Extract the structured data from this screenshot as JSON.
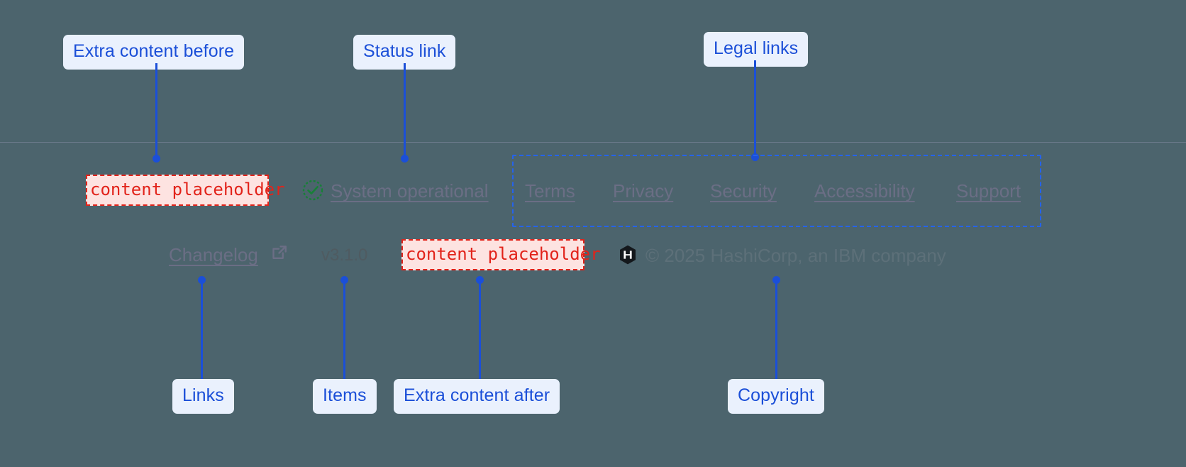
{
  "annotations": {
    "extra_before": "Extra content before",
    "status_link": "Status link",
    "legal_links": "Legal links",
    "links": "Links",
    "items": "Items",
    "extra_after": "Extra content after",
    "copyright": "Copyright"
  },
  "footer": {
    "placeholder_before": "content placeholder",
    "placeholder_after": "content placeholder",
    "status": {
      "label": "System operational",
      "icon": "check-circle-icon",
      "icon_color": "#188038"
    },
    "legal_links": [
      {
        "label": "Terms"
      },
      {
        "label": "Privacy"
      },
      {
        "label": "Security"
      },
      {
        "label": "Accessibility"
      },
      {
        "label": "Support"
      }
    ],
    "changelog": {
      "label": "Changelog",
      "icon": "external-link-icon"
    },
    "version": "v3.1.0",
    "brand": {
      "logo": "hashicorp-logo-icon",
      "copyright": "© 2025 HashiCorp, an IBM company"
    }
  },
  "colors": {
    "background": "#4c646d",
    "annotation_accent": "#1b4fd8",
    "annotation_pill_bg": "#eaf1fd",
    "placeholder_red": "#e2231a",
    "placeholder_bg": "#fde3e1",
    "status_green": "#188038",
    "footer_text": "#6b6e85"
  }
}
